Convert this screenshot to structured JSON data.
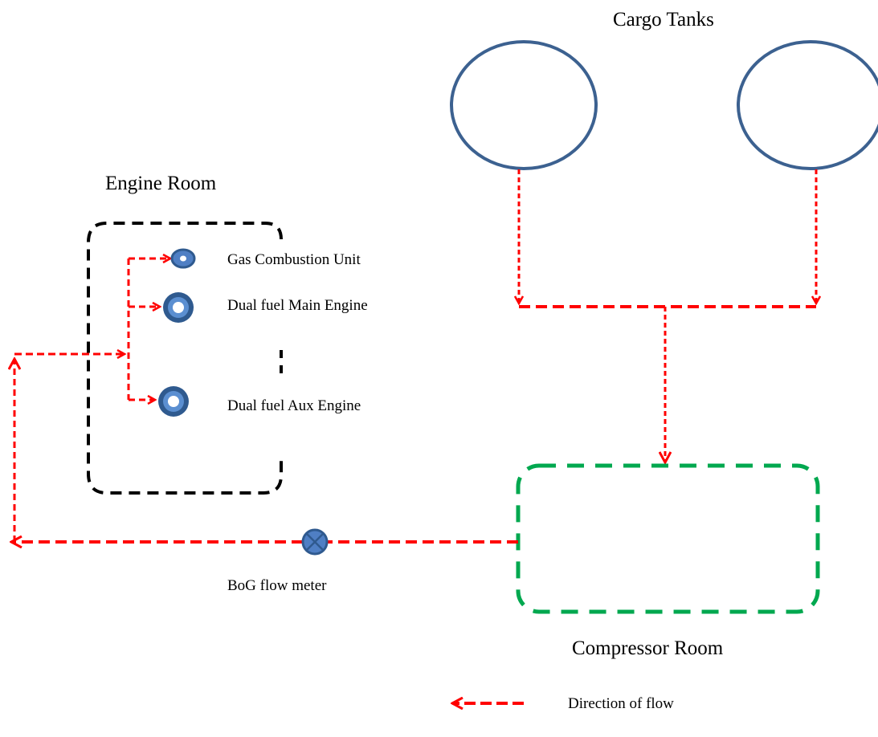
{
  "title": "",
  "labels": {
    "cargo_tanks": "Cargo Tanks",
    "engine_room": "Engine Room",
    "gas_combustion_unit": "Gas Combustion Unit",
    "dual_fuel_main_engine": "Dual fuel Main Engine",
    "dual_fuel_aux_engine": "Dual fuel Aux Engine",
    "bog_flow_meter": "BoG flow meter",
    "compressor_room": "Compressor Room",
    "legend_direction": "Direction of flow"
  },
  "colors": {
    "tank_outline": "#3c6190",
    "flow_line": "#ff0000",
    "engine_room_border": "#000000",
    "compressor_room_border": "#00a84f",
    "unit_fill": "#4f7fc4",
    "unit_outline": "#2f5a8f"
  },
  "icons": {
    "gas_combustion_unit": "ring-icon",
    "main_engine": "ring-icon",
    "aux_engine": "ring-icon",
    "flow_meter": "crossed-circle-icon"
  }
}
